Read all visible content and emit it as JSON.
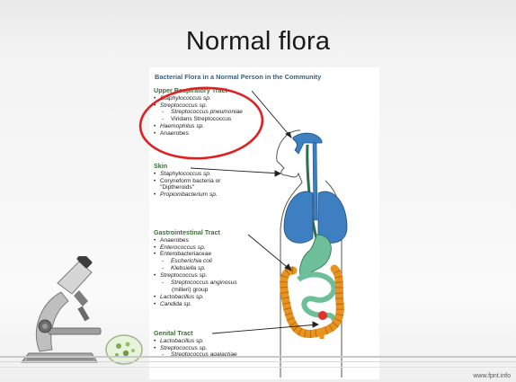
{
  "slide": {
    "title": "Normal flora",
    "footer_url": "www.fpnt.info"
  },
  "figure": {
    "title": "Bacterial Flora in a Normal Person in the Community",
    "sections": [
      {
        "heading": "Upper Respiratory Tract",
        "items": [
          {
            "text": "Staphylococcus sp.",
            "level": 1,
            "italic": true
          },
          {
            "text": "Streptococcus sp.",
            "level": 1,
            "italic": true
          },
          {
            "text": "Streptococcus pneumoniae",
            "level": 2,
            "italic": true
          },
          {
            "text": "Viridans Streptococcus",
            "level": 2,
            "italic": false
          },
          {
            "text": "Haemophilus sp.",
            "level": 1,
            "italic": true
          },
          {
            "text": "Anaerobes",
            "level": 1,
            "italic": false
          }
        ]
      },
      {
        "heading": "Skin",
        "items": [
          {
            "text": "Staphylococcus sp.",
            "level": 1,
            "italic": true
          },
          {
            "text": "Coryneform bacteria or",
            "level": 1,
            "italic": false
          },
          {
            "text": "\"Diptheroids\"",
            "level": 3,
            "italic": false
          },
          {
            "text": "Propionibacterium sp.",
            "level": 1,
            "italic": true
          }
        ]
      },
      {
        "heading": "Gastrointestinal Tract",
        "items": [
          {
            "text": "Anaerobes",
            "level": 1,
            "italic": false
          },
          {
            "text": "Enterococcus sp.",
            "level": 1,
            "italic": true
          },
          {
            "text": "Enterobacteriaceae",
            "level": 1,
            "italic": false
          },
          {
            "text": "Escherichia coli",
            "level": 2,
            "italic": true
          },
          {
            "text": "Klebsiella sp.",
            "level": 2,
            "italic": true
          },
          {
            "text": "Streptococcus sp.",
            "level": 1,
            "italic": true
          },
          {
            "text": "Streptococcus anginosus",
            "level": 2,
            "italic": true
          },
          {
            "text": "(milleri) group",
            "level": 3,
            "italic": false
          },
          {
            "text": "Lactobacillus sp.",
            "level": 1,
            "italic": true
          },
          {
            "text": "Candida sp.",
            "level": 1,
            "italic": true
          }
        ]
      },
      {
        "heading": "Genital Tract",
        "items": [
          {
            "text": "Lactobacillus sp.",
            "level": 1,
            "italic": true
          },
          {
            "text": "Streptococcus sp.",
            "level": 1,
            "italic": true
          },
          {
            "text": "Streptococcus agalactiae",
            "level": 2,
            "italic": true
          }
        ]
      }
    ]
  },
  "colors": {
    "heading_green": "#3f6d3a",
    "airway_blue": "#3d7fc0",
    "stomach_green": "#6dbf9a",
    "colon_orange": "#e8921f",
    "rectum_red": "#e03030",
    "callout_red": "#e02020"
  },
  "icons": {
    "decoration": "microscope-icon"
  }
}
